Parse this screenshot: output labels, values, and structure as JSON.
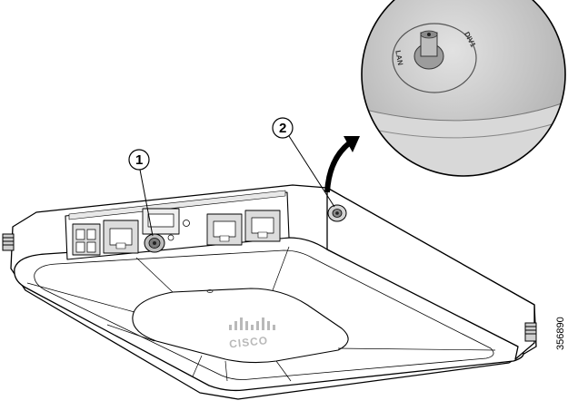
{
  "callouts": [
    {
      "number": "1",
      "target": "antenna-connector"
    },
    {
      "number": "2",
      "target": "antenna-connector"
    }
  ],
  "inset": {
    "ring_labels": {
      "left": "LAN",
      "right": "DIV1"
    }
  },
  "device": {
    "brand_text": "CISCO"
  },
  "figure_id": "356890",
  "colors": {
    "line": "#000000",
    "fill": "#ffffff",
    "inset_bg": "#c9c9c9",
    "logo": "#b9b9b9"
  }
}
